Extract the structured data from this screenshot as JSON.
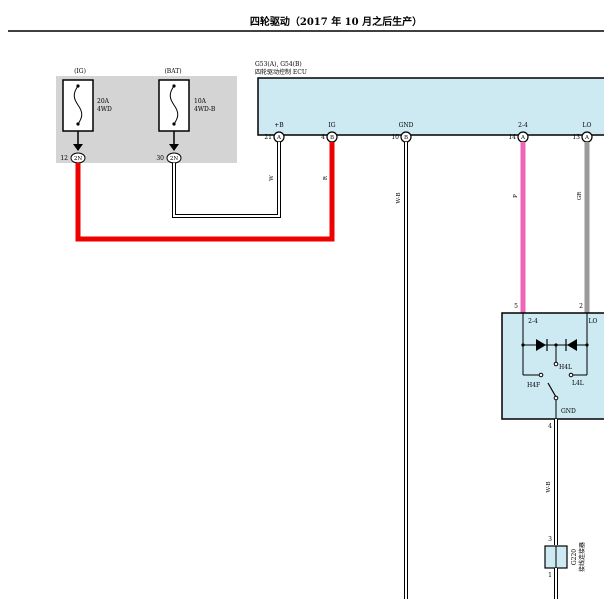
{
  "header": {
    "title": "四轮驱动（2017 年 10 月之后生产）"
  },
  "fuse_box": {
    "fuses": [
      {
        "source": "(IG)",
        "rating": "20A",
        "name": "4WD",
        "pin": "12",
        "connector": "2N"
      },
      {
        "source": "(BAT)",
        "rating": "10A",
        "name": "4WD-B",
        "pin": "30",
        "connector": "2N"
      }
    ]
  },
  "ecu": {
    "connectors": "G53(A), G54(B)",
    "name": "四轮驱动控制 ECU",
    "terminals": [
      {
        "label": "+B",
        "pin": "21",
        "conn": "A"
      },
      {
        "label": "IG",
        "pin": "4",
        "conn": "B"
      },
      {
        "label": "GND",
        "pin": "10",
        "conn": "B"
      },
      {
        "label": "2-4",
        "pin": "14",
        "conn": "A"
      },
      {
        "label": "LO",
        "pin": "13",
        "conn": "A"
      }
    ]
  },
  "wires": {
    "ig_color": "R",
    "bat_color": "W",
    "gnd_color": "W-B",
    "p24_color": "P",
    "lo_color": "GR",
    "sw_gnd_color": "W-B"
  },
  "switch_box": {
    "pin_24": "5",
    "pin_lo": "2",
    "label_24": "2-4",
    "label_lo": "LO",
    "h4l": "H4L",
    "h4f": "H4F",
    "l4l": "L4L",
    "gnd": "GND",
    "gnd_pin": "4"
  },
  "junction": {
    "code": "G220",
    "name": "接线连接器",
    "pin_top": "3",
    "pin_bottom": "1"
  },
  "colors": {
    "red": "#ee0000",
    "pink": "#ee66bb",
    "gray": "#9a9a9a",
    "ecu_fill": "#cdeaf3",
    "fuse_area": "#d4d4d4"
  }
}
